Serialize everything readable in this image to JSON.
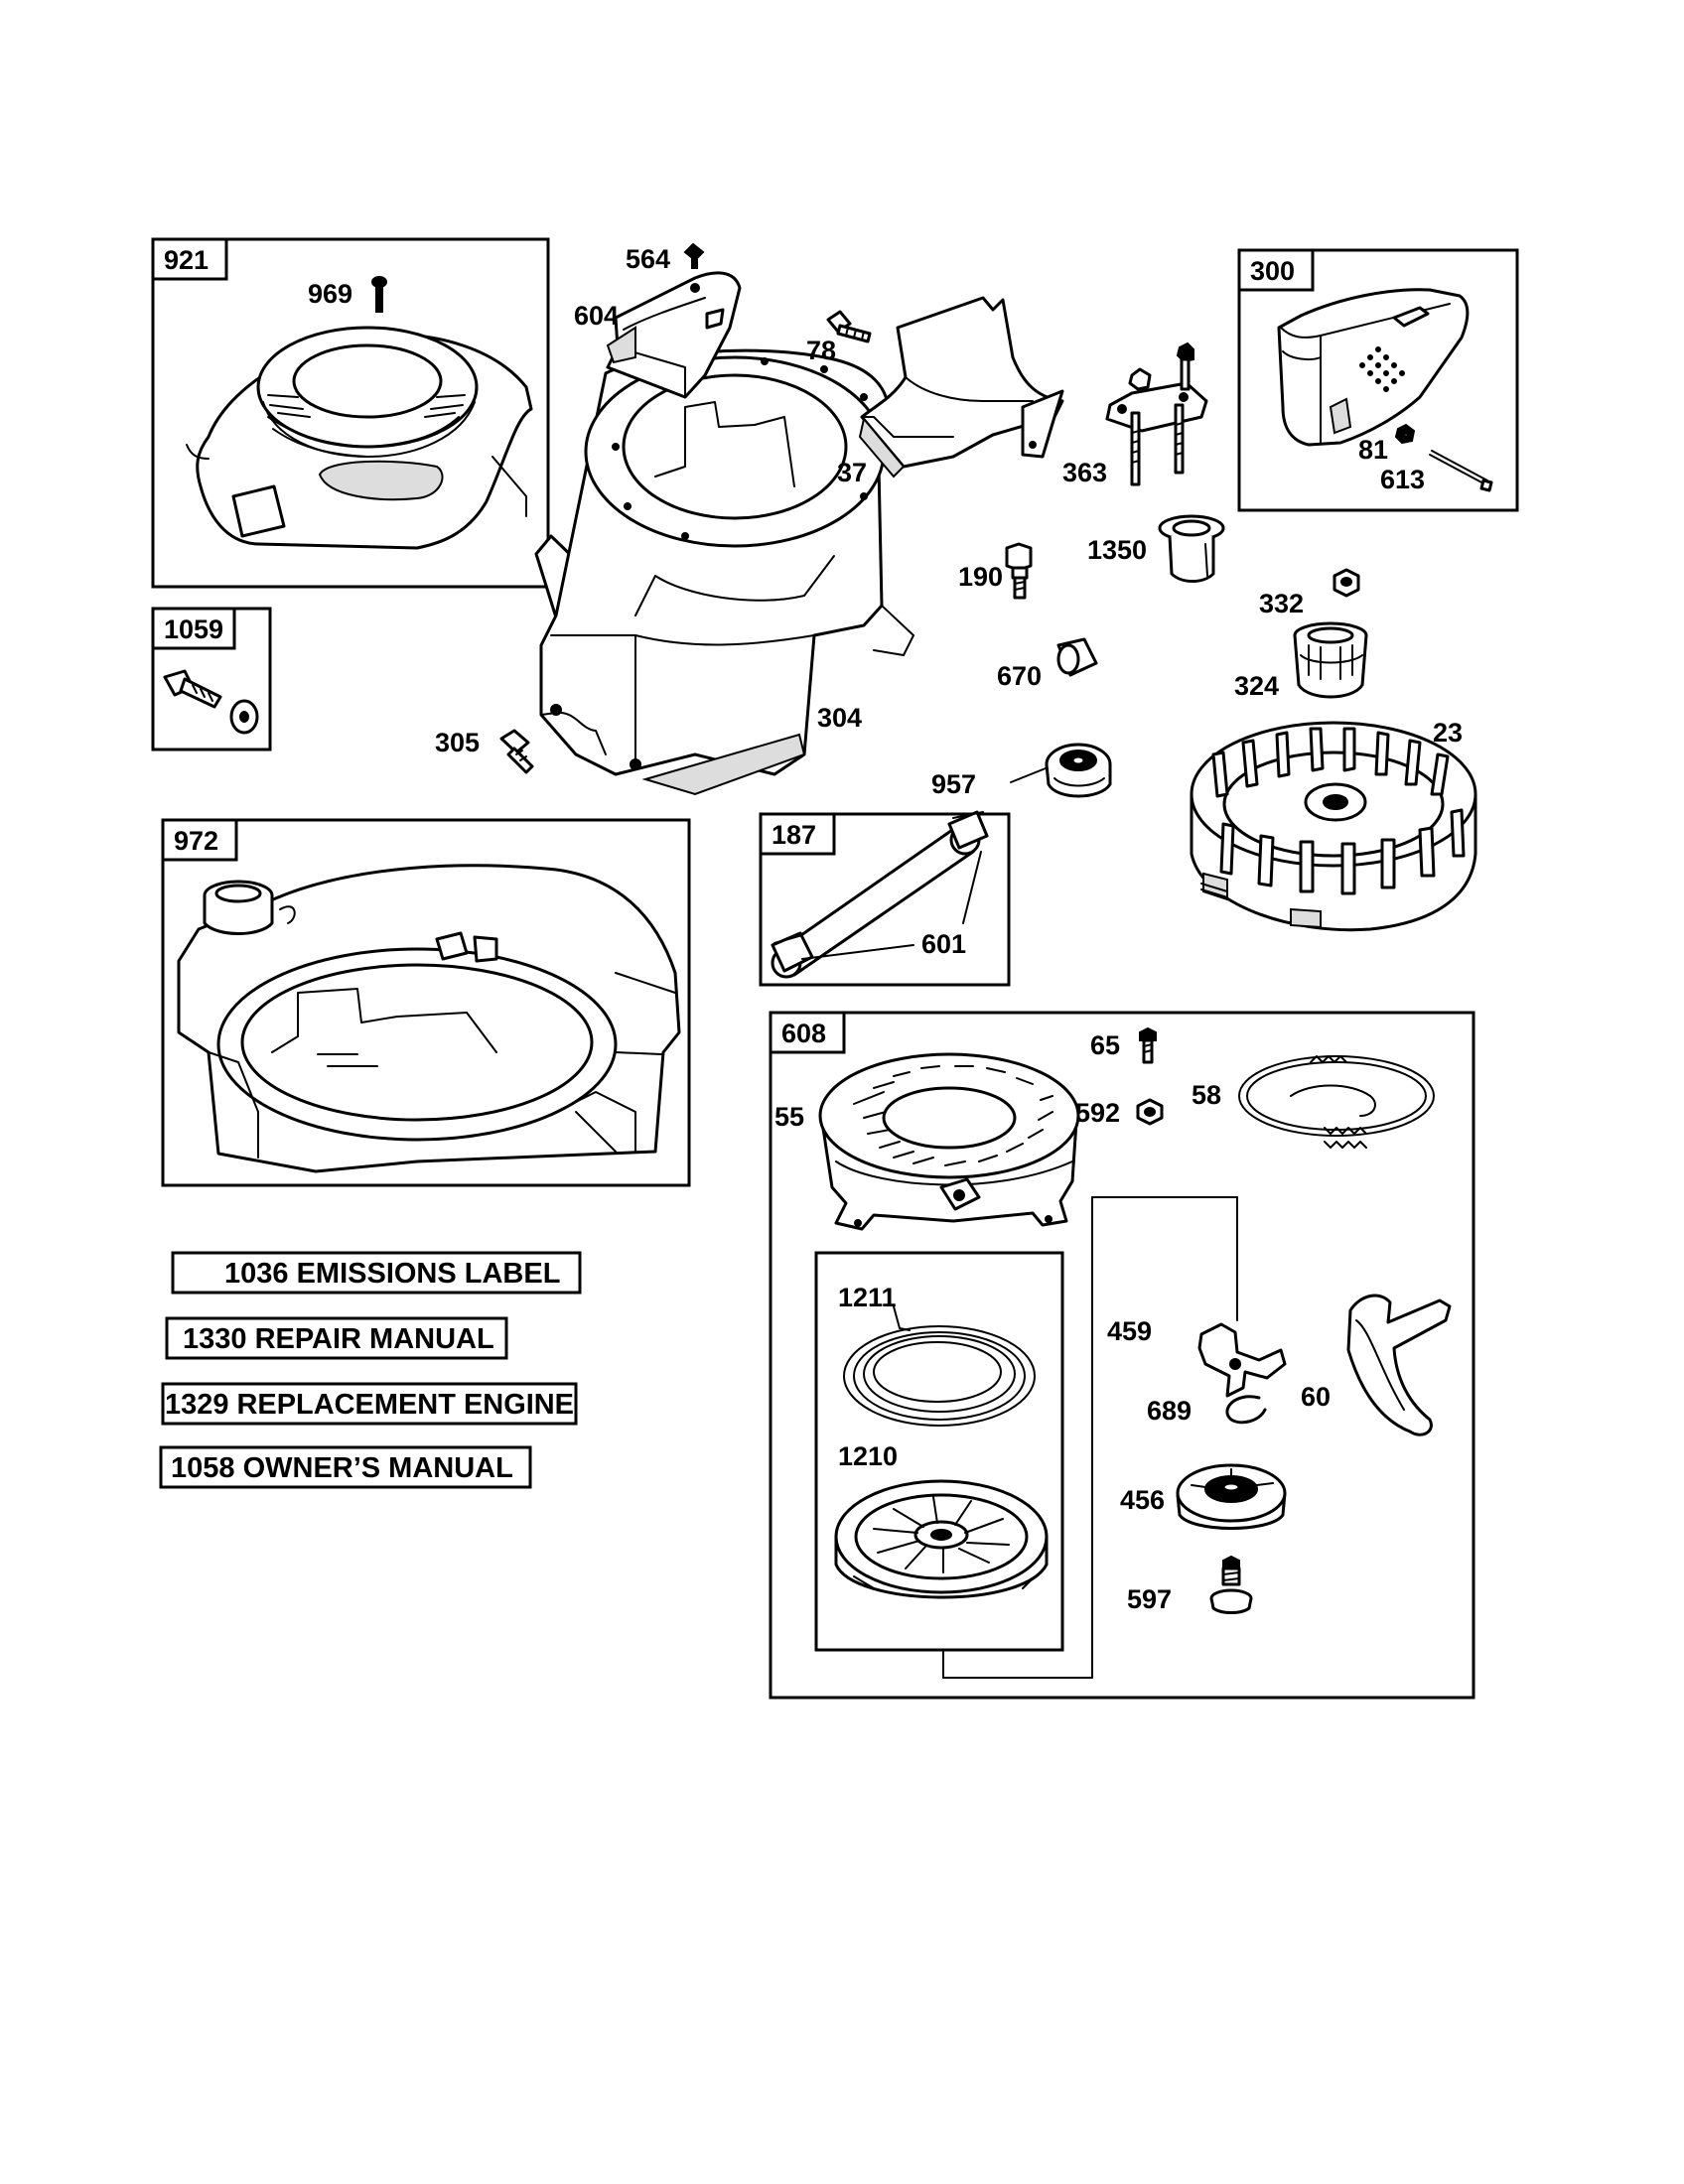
{
  "kits": {
    "k921": "921",
    "k1059": "1059",
    "k972": "972",
    "k187": "187",
    "k300": "300",
    "k608": "608"
  },
  "parts": {
    "p969": "969",
    "p564": "564",
    "p604": "604",
    "p78": "78",
    "p37": "37",
    "p363": "363",
    "p81": "81",
    "p613": "613",
    "p190": "190",
    "p1350": "1350",
    "p332": "332",
    "p324": "324",
    "p670": "670",
    "p23": "23",
    "p305": "305",
    "p304": "304",
    "p957": "957",
    "p601": "601",
    "p65": "65",
    "p58": "58",
    "p592": "592",
    "p55": "55",
    "p1211": "1211",
    "p1210": "1210",
    "p459": "459",
    "p689": "689",
    "p60": "60",
    "p456": "456",
    "p597": "597"
  },
  "labels": {
    "emissions": "1036 EMISSIONS LABEL",
    "repair": "1330 REPAIR MANUAL",
    "engine": "1329 REPLACEMENT ENGINE",
    "owners": "1058 OWNER’S MANUAL"
  }
}
